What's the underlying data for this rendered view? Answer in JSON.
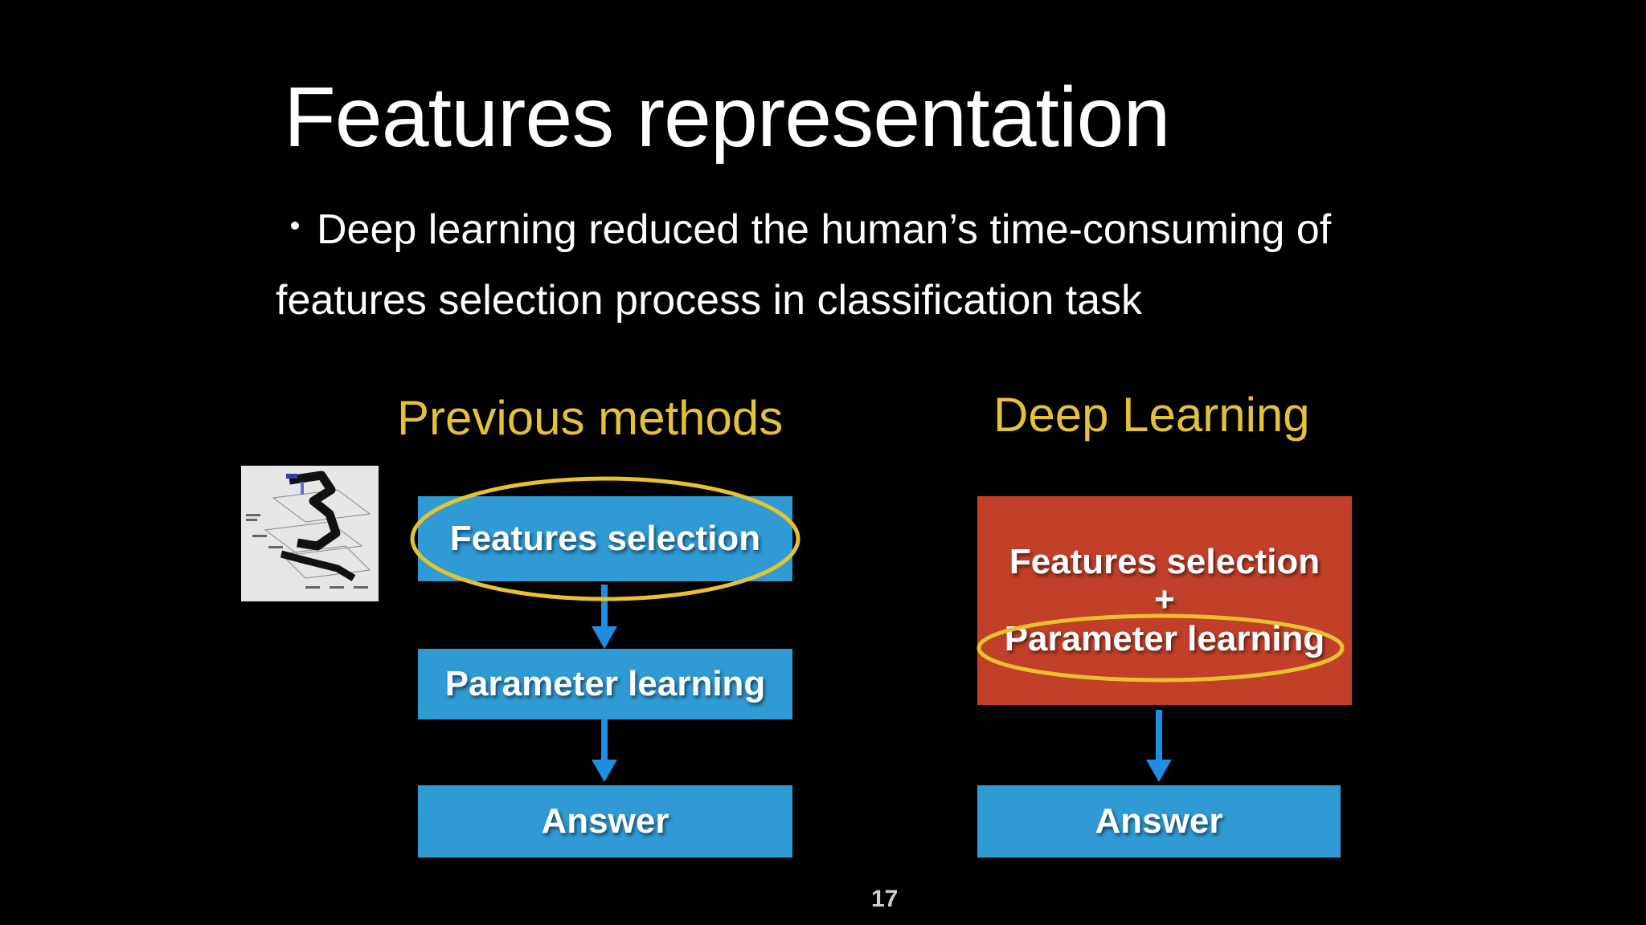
{
  "slide": {
    "title": "Features representation",
    "bullet_line1": "Deep learning reduced the human’s time-consuming of",
    "bullet_line2": "features selection process in classification task",
    "page_number": "17"
  },
  "left_diagram": {
    "heading": "Previous methods",
    "steps": [
      "Features selection",
      "Parameter learning",
      "Answer"
    ]
  },
  "right_diagram": {
    "heading": "Deep Learning",
    "combined_line1": "Features selection",
    "combined_plus": "+",
    "combined_line2": "Parameter learning",
    "answer": "Answer"
  },
  "colors": {
    "background": "#000000",
    "heading_yellow": "#e3c23a",
    "box_blue": "#2f9ad4",
    "box_red": "#c2402a",
    "arrow_blue": "#1f8de0",
    "highlight_ellipse": "#e8c22e"
  },
  "icons": {
    "thumbnail": "mnist-digit-convolution-figure"
  }
}
